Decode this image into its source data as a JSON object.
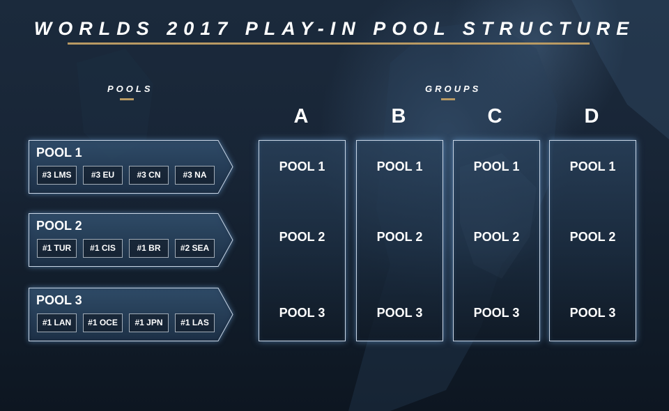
{
  "title": "WORLDS 2017 PLAY-IN POOL STRUCTURE",
  "pools_label": "POOLS",
  "groups_label": "GROUPS",
  "accent_color": "#b99a63",
  "pools": [
    {
      "name": "POOL 1",
      "seeds": [
        "#3 LMS",
        "#3 EU",
        "#3 CN",
        "#3 NA"
      ]
    },
    {
      "name": "POOL 2",
      "seeds": [
        "#1 TUR",
        "#1 CIS",
        "#1 BR",
        "#2 SEA"
      ]
    },
    {
      "name": "POOL 3",
      "seeds": [
        "#1 LAN",
        "#1 OCE",
        "#1 JPN",
        "#1 LAS"
      ]
    }
  ],
  "groups": [
    {
      "letter": "A",
      "pools": [
        "POOL 1",
        "POOL 2",
        "POOL 3"
      ]
    },
    {
      "letter": "B",
      "pools": [
        "POOL 1",
        "POOL 2",
        "POOL 3"
      ]
    },
    {
      "letter": "C",
      "pools": [
        "POOL 1",
        "POOL 2",
        "POOL 3"
      ]
    },
    {
      "letter": "D",
      "pools": [
        "POOL 1",
        "POOL 2",
        "POOL 3"
      ]
    }
  ]
}
